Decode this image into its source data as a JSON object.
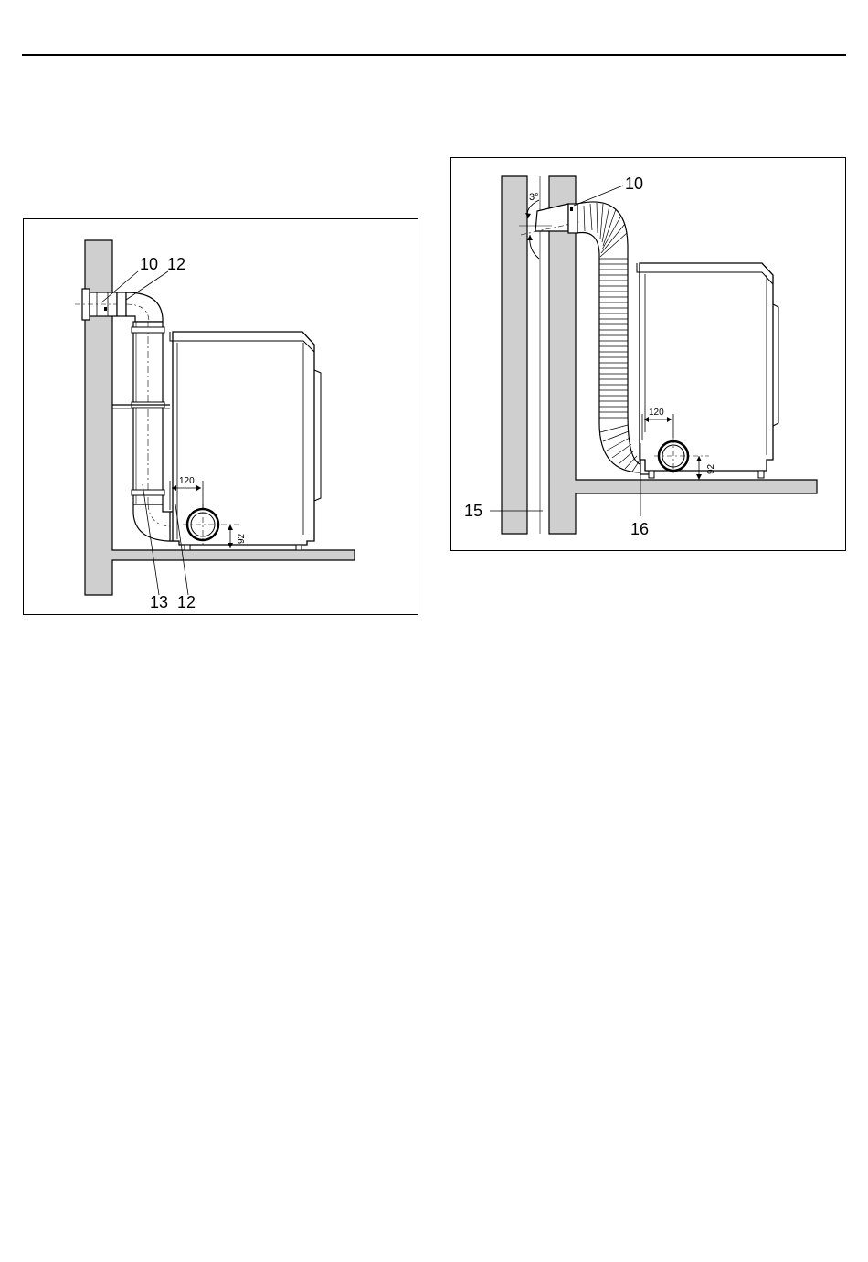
{
  "left_diagram": {
    "callouts": {
      "a": "10",
      "b": "12",
      "c": "13",
      "d": "12"
    },
    "dims": {
      "width": "120",
      "height": "92"
    }
  },
  "right_diagram": {
    "callouts": {
      "a": "10",
      "b": "15",
      "c": "16"
    },
    "dims": {
      "width": "120",
      "height": "92",
      "angle": "3°"
    }
  },
  "colors": {
    "wall": "#cfcfcf",
    "line": "#000000"
  }
}
